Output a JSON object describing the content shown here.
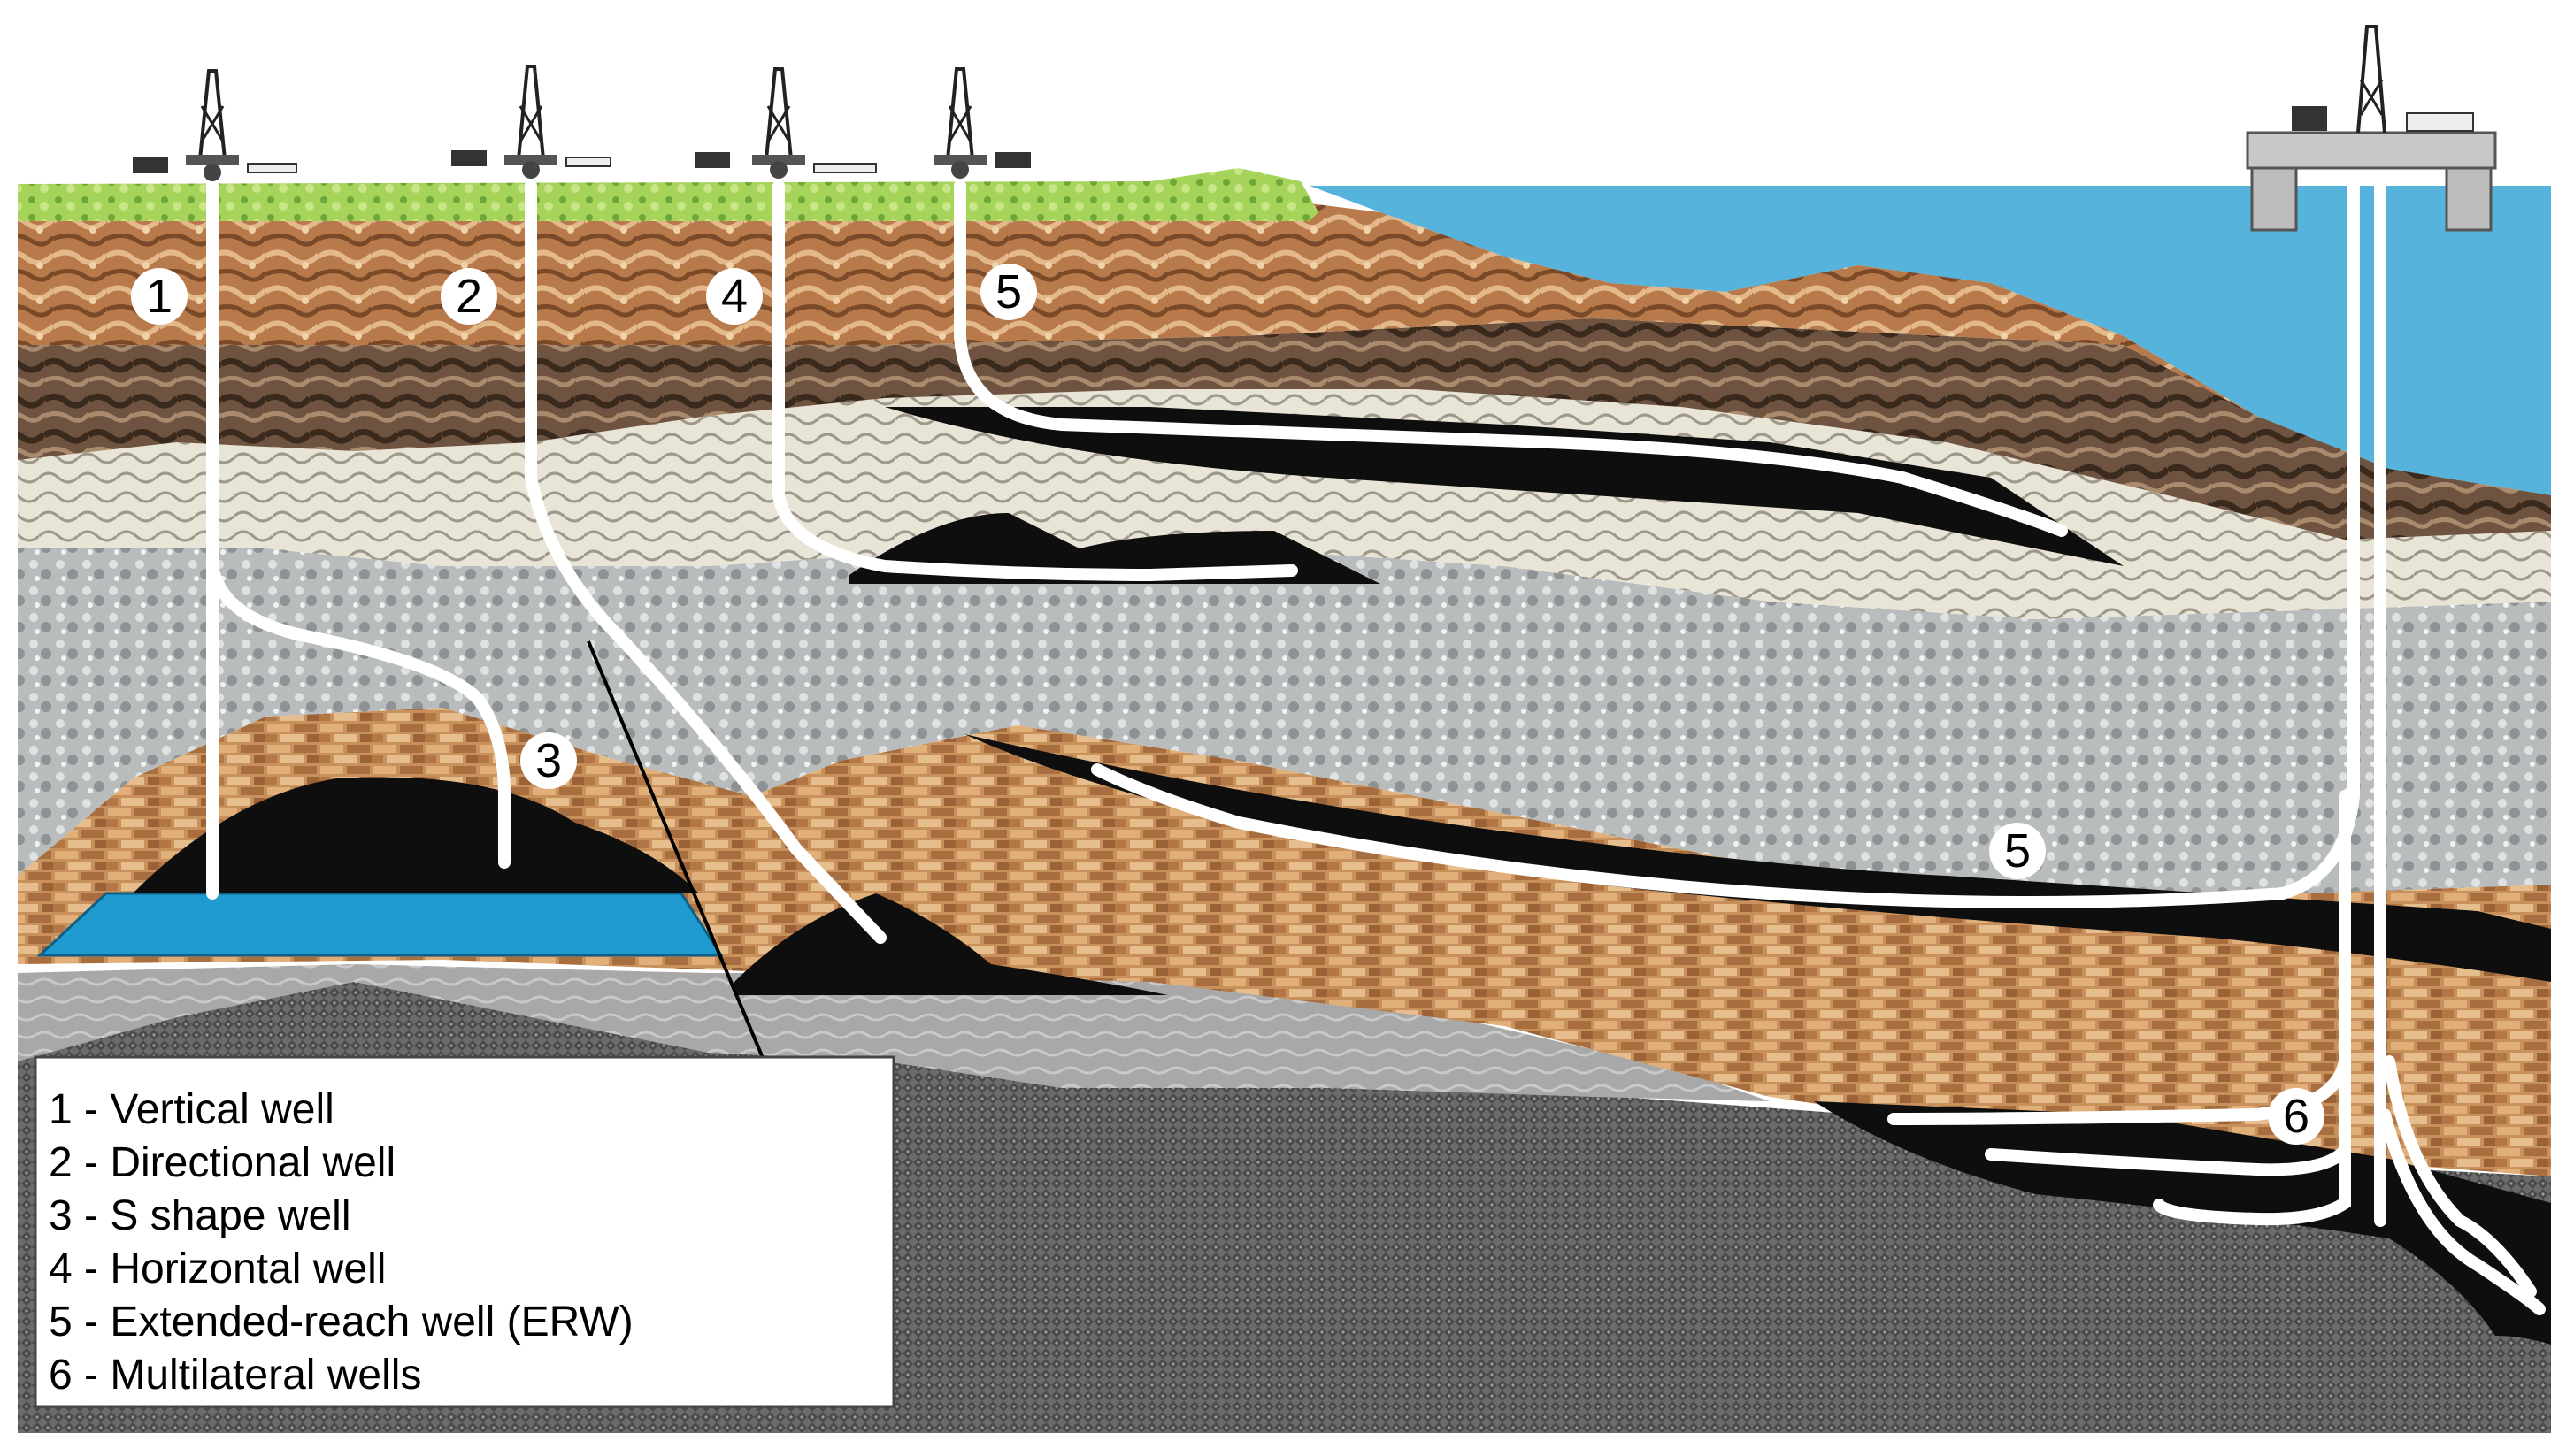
{
  "diagram": {
    "well_markers": [
      "1",
      "2",
      "4",
      "5",
      "3",
      "5",
      "6"
    ],
    "legend": [
      "1 - Vertical well",
      "2 - Directional well",
      "3 - S shape well",
      "4 - Horizontal well",
      "5 - Extended-reach well (ERW)",
      "6 - Multilateral wells"
    ]
  }
}
